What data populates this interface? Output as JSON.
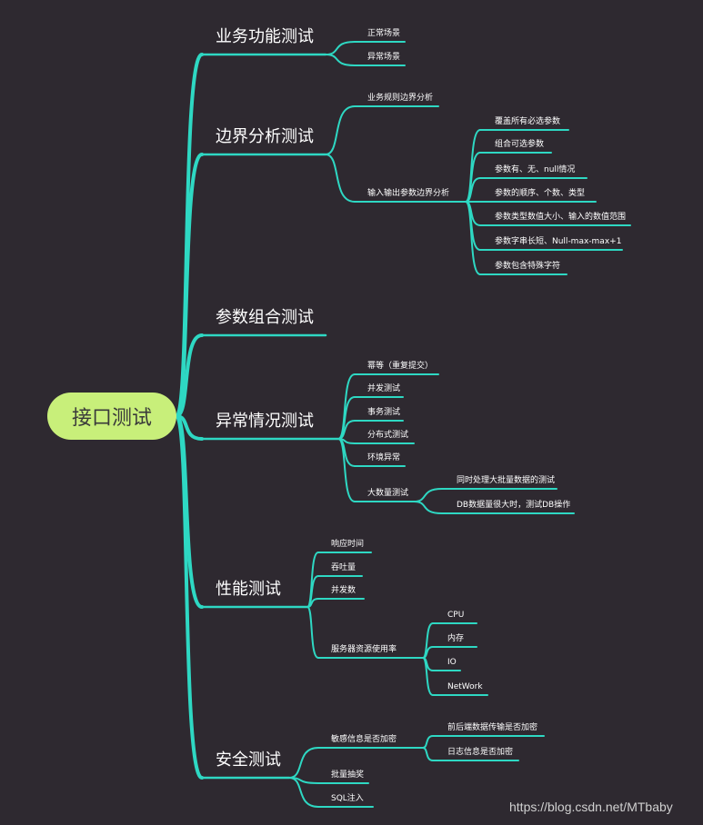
{
  "root": {
    "label": "接口测试"
  },
  "branches": [
    {
      "label": "业务功能测试",
      "children": [
        {
          "label": "正常场景"
        },
        {
          "label": "异常场景"
        }
      ]
    },
    {
      "label": "边界分析测试",
      "children": [
        {
          "label": "业务规则边界分析"
        },
        {
          "label": "输入输出参数边界分析",
          "children": [
            {
              "label": "覆盖所有必选参数"
            },
            {
              "label": "组合可选参数"
            },
            {
              "label": "参数有、无、null情况"
            },
            {
              "label": "参数的顺序、个数、类型"
            },
            {
              "label": "参数类型数值大小、输入的数值范围"
            },
            {
              "label": "参数字串长短、Null-max-max+1"
            },
            {
              "label": "参数包含特殊字符"
            }
          ]
        }
      ]
    },
    {
      "label": "参数组合测试",
      "children": []
    },
    {
      "label": "异常情况测试",
      "children": [
        {
          "label": "幂等（重复提交）"
        },
        {
          "label": "并发测试"
        },
        {
          "label": "事务测试"
        },
        {
          "label": "分布式测试"
        },
        {
          "label": "环境异常"
        },
        {
          "label": "大数量测试",
          "children": [
            {
              "label": "同时处理大批量数据的测试"
            },
            {
              "label": "DB数据量很大时，测试DB操作"
            }
          ]
        }
      ]
    },
    {
      "label": "性能测试",
      "children": [
        {
          "label": "响应时间"
        },
        {
          "label": "吞吐量"
        },
        {
          "label": "并发数"
        },
        {
          "label": "服务器资源使用率",
          "children": [
            {
              "label": "CPU"
            },
            {
              "label": "内存"
            },
            {
              "label": "IO"
            },
            {
              "label": "NetWork"
            }
          ]
        }
      ]
    },
    {
      "label": "安全测试",
      "children": [
        {
          "label": "敏感信息是否加密",
          "children": [
            {
              "label": "前后端数据传输是否加密"
            },
            {
              "label": "日志信息是否加密"
            }
          ]
        },
        {
          "label": "批量抽奖"
        },
        {
          "label": "SQL注入"
        }
      ]
    }
  ],
  "colors": {
    "line": "#2ed8c3",
    "background": "#2e2930",
    "root_fill": "#c8ef7a",
    "text": "#ffffff"
  },
  "watermark": "https://blog.csdn.net/MTbaby"
}
